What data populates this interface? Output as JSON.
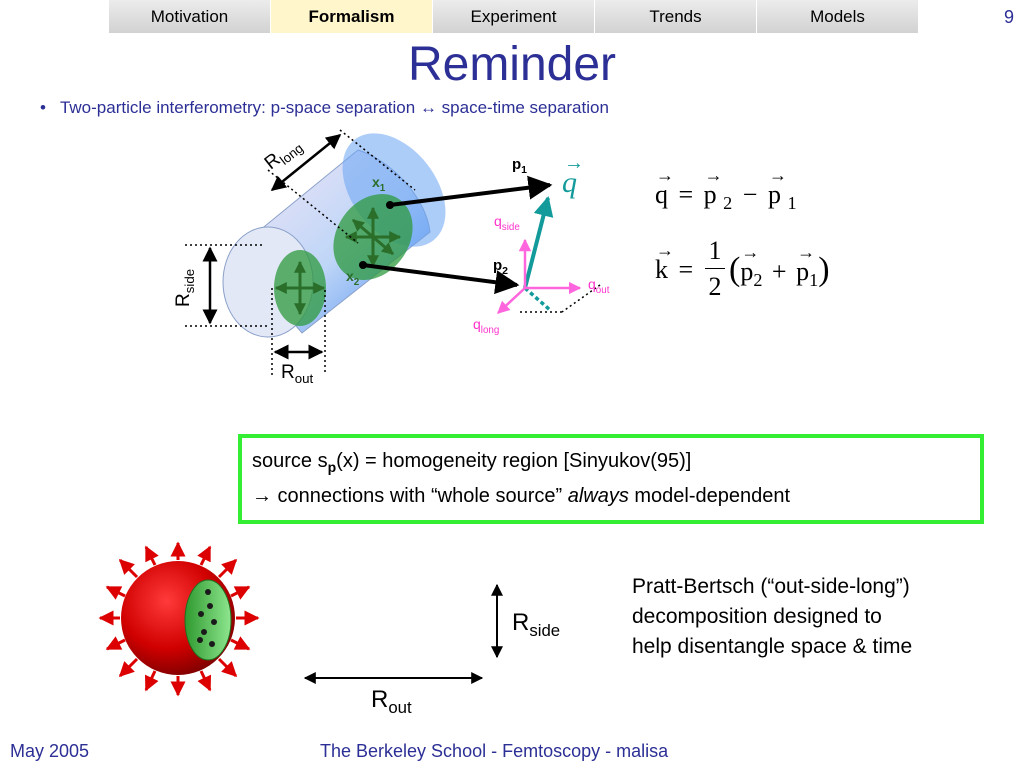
{
  "nav": {
    "tabs": [
      {
        "label": "Motivation"
      },
      {
        "label": "Formalism"
      },
      {
        "label": "Experiment"
      },
      {
        "label": "Trends"
      },
      {
        "label": "Models"
      }
    ],
    "page_number": "9"
  },
  "title": "Reminder",
  "bullet": {
    "marker": "•",
    "text": "Two-particle interferometry: p-space separation ↔ space-time separation"
  },
  "diagram": {
    "r_long": {
      "base": "R",
      "sub": "long"
    },
    "r_side": {
      "base": "R",
      "sub": "side"
    },
    "r_out": {
      "base": "R",
      "sub": "out"
    },
    "x1": {
      "base": "x",
      "sub": "1"
    },
    "x2": {
      "base": "x",
      "sub": "2"
    },
    "p1": {
      "base": "p",
      "sub": "1"
    },
    "p2": {
      "base": "p",
      "sub": "2"
    },
    "q": "q",
    "q_side": {
      "base": "q",
      "sub": "side"
    },
    "q_out": {
      "base": "q",
      "sub": "out"
    },
    "q_long": {
      "base": "q",
      "sub": "long"
    }
  },
  "equations": {
    "q_def": {
      "lhs": "q",
      "eq": "=",
      "t1": "p",
      "t1_sub": "2",
      "minus": "−",
      "t2": "p",
      "t2_sub": "1"
    },
    "k_def": {
      "lhs": "k",
      "eq": "=",
      "num": "1",
      "den": "2",
      "open": "(",
      "t1": "p",
      "t1_sub": "2",
      "plus": "+",
      "t2": "p",
      "t2_sub": "1",
      "close": ")"
    }
  },
  "green_box": {
    "line1_a": "source s",
    "line1_sub": "p",
    "line1_b": "(x)   = homogeneity region  [Sinyukov(95)]",
    "line2_a": "→ connections with “whole source” ",
    "line2_em": "always",
    "line2_b": " model-dependent"
  },
  "bottom": {
    "r_side": {
      "base": "R",
      "sub": "side"
    },
    "r_out": {
      "base": "R",
      "sub": "out"
    },
    "pratt_line1": "Pratt-Bertsch (“out-side-long”)",
    "pratt_line2": "decomposition designed to",
    "pratt_line3": "help disentangle space & time"
  },
  "footer": {
    "left": "May 2005",
    "center": "The Berkeley School - Femtoscopy - malisa"
  },
  "colors": {
    "title_blue": "#2c2f95",
    "box_green": "#33ee33",
    "pink": "#ff33cc",
    "teal": "#139a9a",
    "arrow_red": "#dd0000"
  }
}
